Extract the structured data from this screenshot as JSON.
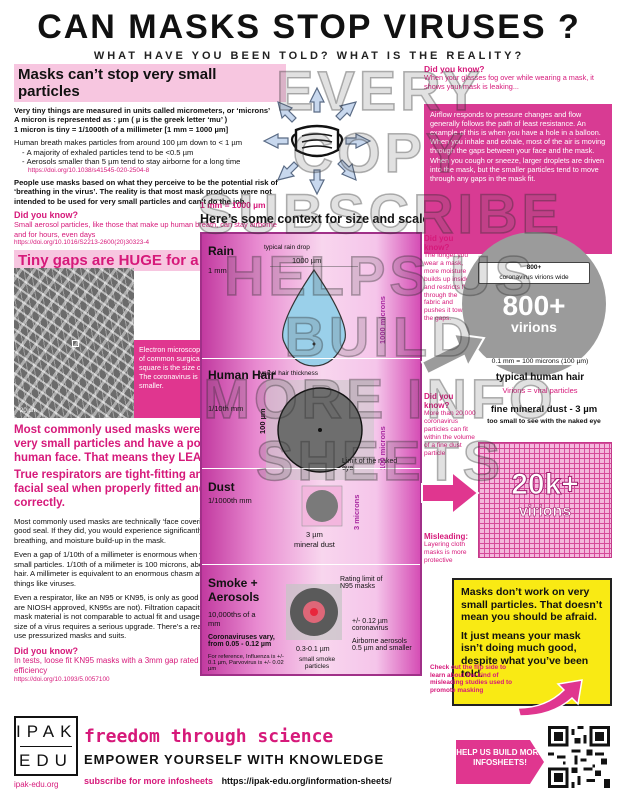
{
  "header": {
    "title": "CAN MASKS STOP VIRUSES ?",
    "subtitle": "WHAT HAVE YOU BEEN TOLD?   WHAT IS THE REALITY?"
  },
  "left": {
    "section1_title": "Masks can’t stop very small particles",
    "intro1": "Very tiny things are measured in units called micrometers, or ‘microns’",
    "intro2": "A micron is represented as : µm ( µ is the greek letter ‘mu’ )",
    "intro3": "1 micron is tiny = 1/1000th of a millimeter  [1 mm = 1000 µm]",
    "breath": "Human breath makes particles from around 100 µm down to < 1 µm",
    "bullet1": "A majority of exhaled particles tend to be <0.5 µm",
    "bullet2": "Aerosols smaller than 5 µm tend to stay airborne for a long time",
    "link1": "https://doi.org/10.1038/s41545-020-2504-8",
    "people": "People use masks based on what they perceive to be the potential risk of ‘breathing in the virus’. The reality is that most mask products were not intended to be used for very small particles and can’t do the job.",
    "dyk1_title": "Did you know?",
    "dyk1_text": "Small aerosol particles, like those that make up human breath, can stay airborne and for hours, even days",
    "link2": "https://doi.org/10.1016/S2213-2600(20)30323-4",
    "section2_title": "Tiny gaps are HUGE for a virus",
    "photo_scale": "20 µm",
    "micro_caption": "Electron microscopy shows the porous web of common surgical masks. The small white square is the size of fine powder or dust. The coronavirus is more than 30 times smaller.",
    "leak": "Most commonly used masks were not meant for very small particles and have a poor fit to the human face. That means they LEAK (a lot).",
    "respirators": "True respirators are tight-fitting and create a facial seal when properly fitted and used correctly.",
    "p1": "Most commonly used masks are technically ‘face coverings,’ and don’t create a good seal. If they did, you would experience significantly more difficulty breathing, and moisture build-up in the mask.",
    "p2": "Even a gap of 1/10th of a millimeter is enormous when you’re talking about very small particles. 1/10th of a milimeter is 100 microns, about the width of a human hair. A millimeter is equivalent to an enormous chasm at the scale of very small things like viruses.",
    "p3": "Even a respirator, like an N95 or KN95, is only as good as the fit and seal (N95s are NIOSH approved, KN95s are not). Filtration capacity of the respirator or mask material is not comparable to actual fit and usage. To stop something the size of a virus requires a serious upgrade. There’s a reason why biosafety labs use pressurized masks and suits.",
    "dyk2_title": "Did you know?",
    "dyk2_text": "In tests, loose fit KN95 masks with a 3mm gap rated only 3.4% filtration efficiency",
    "link3": "https://doi.org/10.1093/5.0057100"
  },
  "center": {
    "mm_note": "1 mm = 1000 µm",
    "context_title": "Here’s some context for size and scale...",
    "rain": {
      "label": "Rain",
      "sub": "1 mm",
      "drop": "typical rain drop",
      "width": "1000 µm",
      "side": "1000 microns"
    },
    "hair": {
      "label": "Human Hair",
      "sub": "1/10th mm",
      "thick": "typical hair thickness",
      "width": "100 µm",
      "side": "100 microns",
      "limit": "Limit of the naked eye"
    },
    "dust": {
      "label": "Dust",
      "sub": "1/1000th mm",
      "width": "3 µm",
      "name": "mineral dust",
      "side": "3 microns"
    },
    "smoke": {
      "label": "Smoke + Aerosols",
      "sub": "10,000ths of a mm",
      "rating": "Rating limit of N95 masks",
      "corona": "+/- 0.12 µm coronavirus",
      "range": "0.3-0.1 µm",
      "small": "small smoke particles",
      "airborne": "Airborne aerosols 0.5 µm and smaller",
      "vary": "Coronaviruses vary, from 0.05 - 0.12 µm",
      "ref": "For reference, Influenza is +/- 0.1 µm, Parvovirus is +/- 0.02 µm"
    }
  },
  "right": {
    "dyk1_title": "Did you know?",
    "dyk1_text": "When your glasses fog over while wearing a mask, it shows your mask is leaking...",
    "airflow": "Airflow responds to pressure changes and flow generally follows the path of least resistance. An example of this is when you have a hole in a balloon. When you inhale and exhale, most of the air is moving through the gaps between your face and the mask. When you cough or sneeze, larger droplets are driven into the mask, but the smaller particles tend to move through any gaps in the mask fit.",
    "dyk2_title": "Did you know?",
    "dyk2_text": "The longer you wear a mask, more moisture builds up inside and restricts flow through the fabric and pushes it toward the gaps.",
    "pill_num": "800+",
    "pill_text": "coronavirus virions wide",
    "big800": "800+",
    "virions": "virions",
    "hair_scale": "0.1 mm = 100 microns (100 µm)",
    "hair_label": "typical human hair",
    "hair_sub": "Virions = viral particles",
    "dust_label": "fine mineral dust - 3 µm",
    "dust_sub": "too small to see with the naked eye",
    "dyk3_title": "Did you know?",
    "dyk3_text": "More than 20,000 coronavirus particles can fit within the volume of a fine dust particle",
    "big20k": "20k+",
    "virions2": "virions",
    "mis_title": "Misleading:",
    "mis_text": "Layering cloth masks is more protective",
    "yellow1": "Masks don’t work on very small particles. That doesn’t mean you should be afraid.",
    "yellow2": "It just means your mask isn’t doing much good, despite what you’ve been told.",
    "flip": "Check out the flip side to learn about the kind of misleading studies used to promote masking"
  },
  "footer": {
    "logo_top": "IPAK",
    "logo_bottom": "EDU",
    "site": "ipak-edu.org",
    "freedom": "freedom through science",
    "empower": "EMPOWER YOURSELF WITH KNOWLEDGE",
    "subscribe": "subscribe for more infosheets",
    "url": "https://ipak-edu.org/information-sheets/",
    "help": "HELP US BUILD MORE INFOSHEETS!"
  },
  "watermark": [
    "EVERY",
    "COPY",
    "SUBSCRIBE",
    "HELPS US",
    "BUILD",
    "MORE INFO",
    "SHEETS"
  ],
  "colors": {
    "accent": "#d6197a",
    "panel": "#e0368f",
    "yellow": "#f9ea14"
  }
}
